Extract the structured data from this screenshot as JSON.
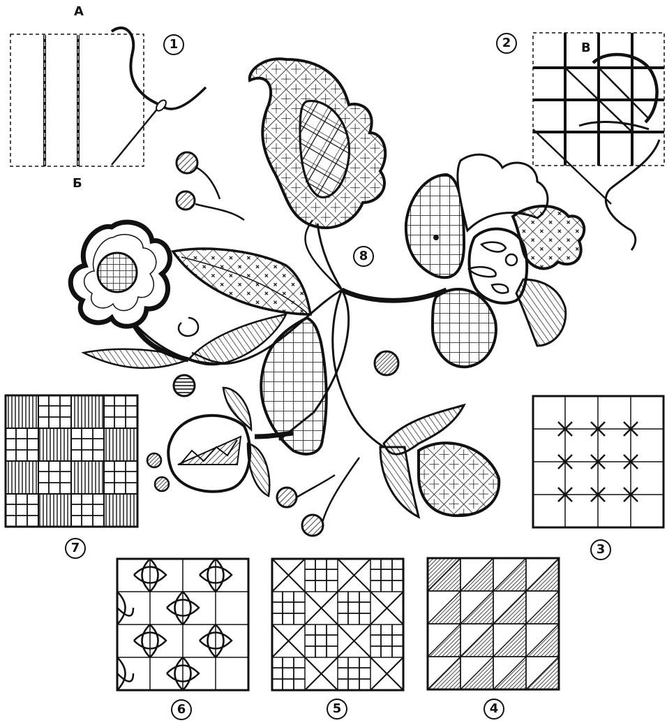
{
  "letters": {
    "a": "А",
    "b": "Б",
    "v": "В"
  },
  "figures": [
    "1",
    "2",
    "3",
    "4",
    "5",
    "6",
    "7",
    "8"
  ],
  "ink": "#111111"
}
